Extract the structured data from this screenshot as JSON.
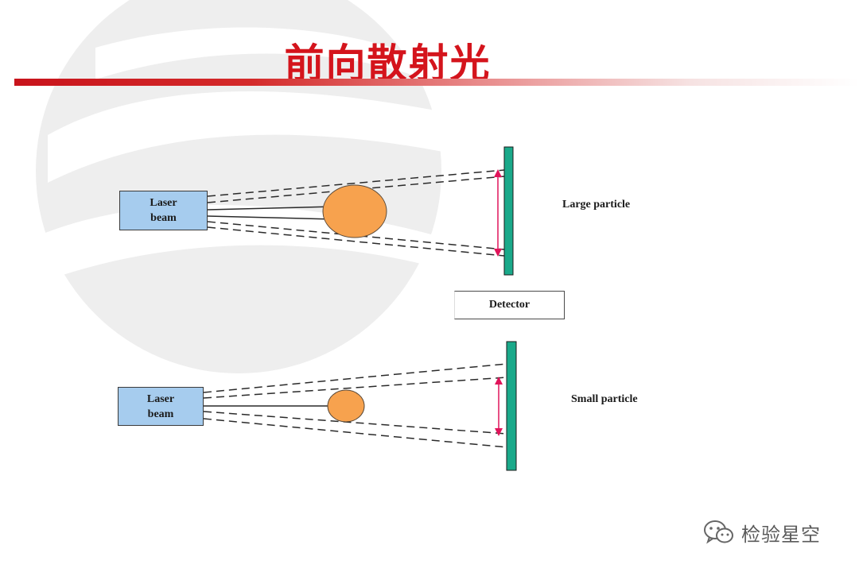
{
  "slide": {
    "title": "前向散射光"
  },
  "diagram": {
    "top": {
      "laser_label_line1": "Laser",
      "laser_label_line2": "beam",
      "particle_label": "Large particle"
    },
    "detector_label": "Detector",
    "bottom": {
      "laser_label_line1": "Laser",
      "laser_label_line2": "beam",
      "particle_label": "Small particle"
    }
  },
  "watermark": {
    "text": "检验星空",
    "icon": "wechat-icon"
  },
  "colors": {
    "title": "#d4141c",
    "particle_fill": "#f7a24e",
    "detector_plate": "#1aa98a",
    "arrow": "#e0145a",
    "laser_box": "#a6ccee"
  }
}
